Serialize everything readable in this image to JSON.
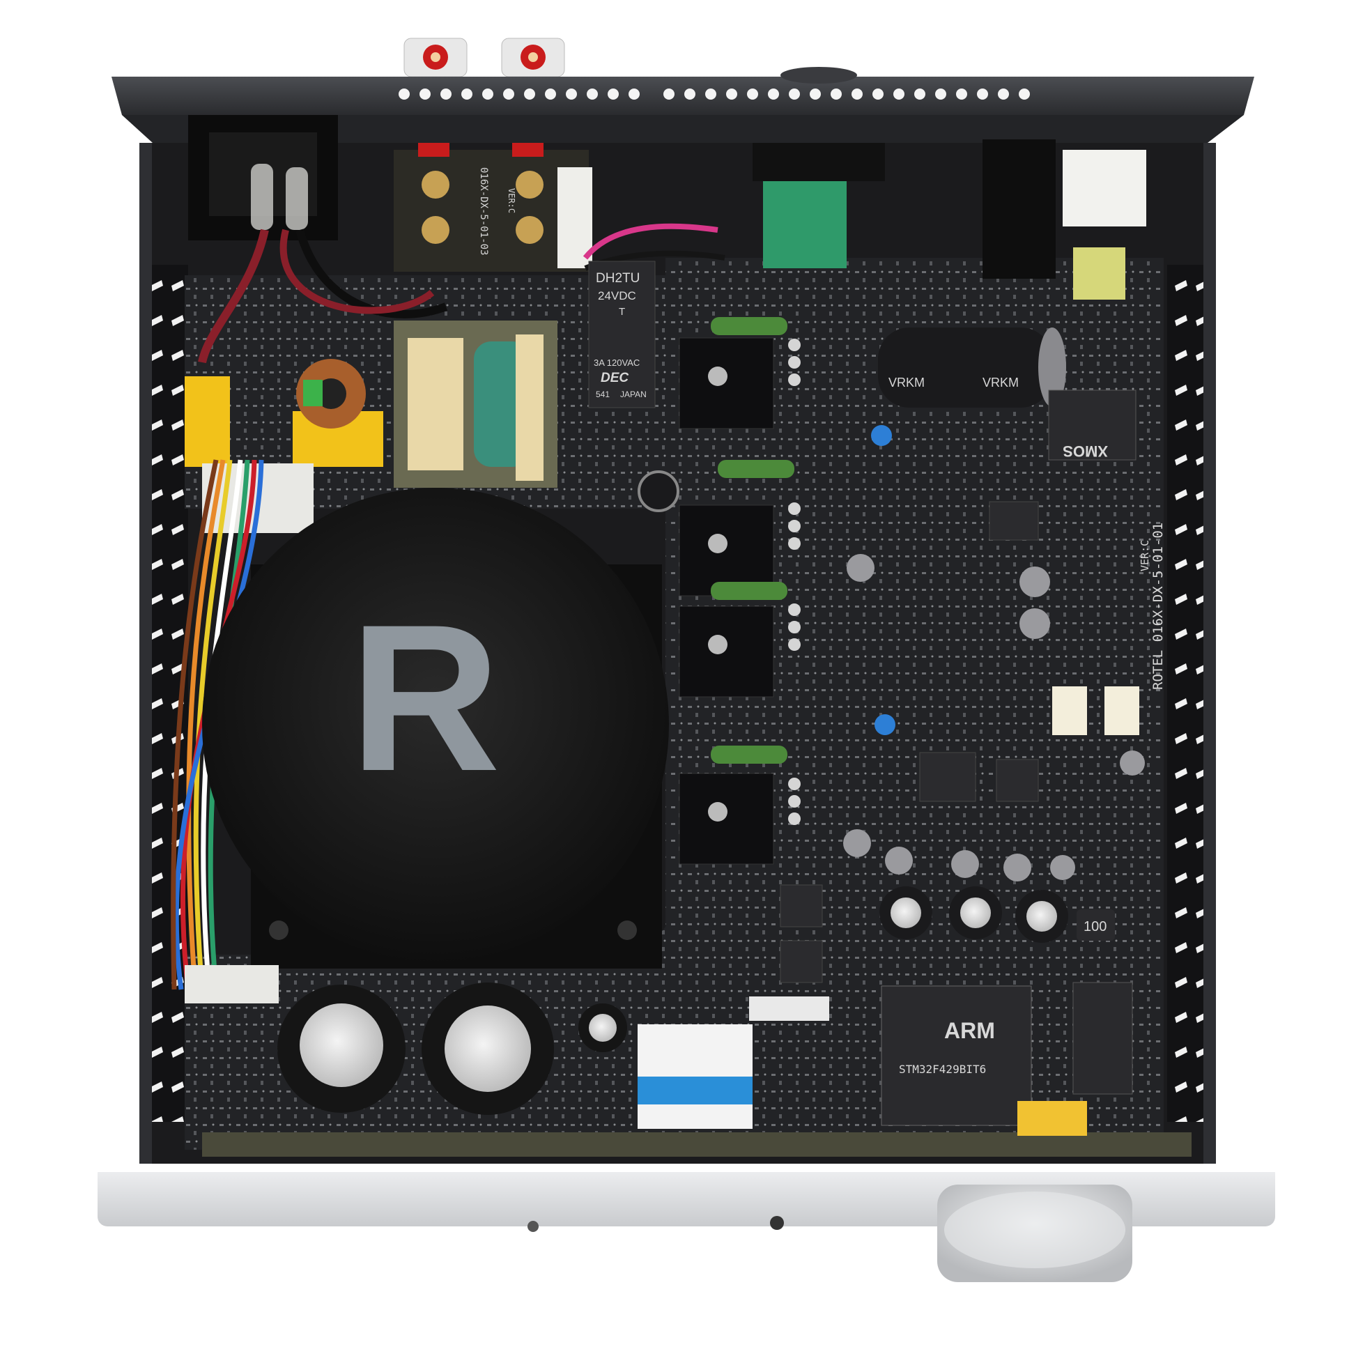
{
  "colors": {
    "background": "#ffffff",
    "chassis": "#1b1b1d",
    "pcb": "#202124",
    "toroid_cap": "#141414",
    "logo": "#8f979e",
    "front_panel": "#dcdde0",
    "transformer_tape": "#e9d8a8",
    "coil_green": "#3a8f7c",
    "daughterboard": "#2f9a6a",
    "film_cap": "#f2c21a",
    "trimmer": "#2d7fd6",
    "ribbon_blue": "#2a8fd8"
  },
  "icons": {
    "logo": "rotel-r-logo",
    "knob": "volume-knob-icon",
    "rca": "rca-jack-icon"
  },
  "labels": {
    "toroid_logo": "R",
    "relay_model": "DH2TU",
    "relay_voltage": "24VDC",
    "relay_t": "T",
    "relay_rating": "3A 120VAC",
    "relay_brand": "DEC",
    "relay_code": "541",
    "relay_country": "JAPAN",
    "cap_brand_1": "VRKM",
    "cap_brand_2": "VRKM",
    "usb_chip": "XMOS",
    "mcu_brand": "ARM",
    "mcu_part": "STM32F429BIT6",
    "board_id": "ROTEL 016X-DX-5-01-01",
    "board_ver": "VER:C",
    "sub_board_id": "016X-DX-5-01-03",
    "sub_board_ver": "VER:C",
    "inductor": "100"
  }
}
